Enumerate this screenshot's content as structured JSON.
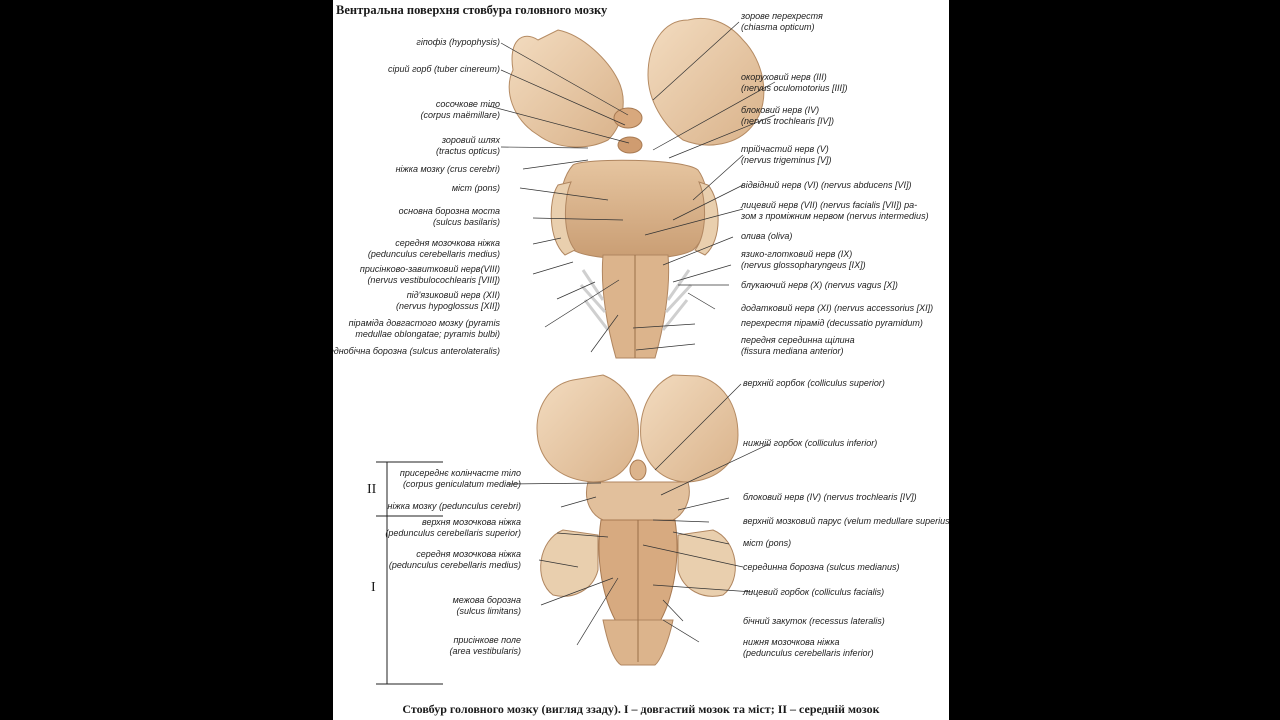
{
  "title": "Вентральна поверхня стовбура головного мозку",
  "caption": "Стовбур головного мозку (вигляд ззаду). I – довгастий мозок та міст; II – середній мозок",
  "section_marks": {
    "upper": "II",
    "lower": "I"
  },
  "top_left": [
    {
      "id": "hypophysis",
      "l1": "гіпофіз (hypophysis)",
      "l2": ""
    },
    {
      "id": "tuber",
      "l1": "сірий горб (tuber cinereum)",
      "l2": ""
    },
    {
      "id": "mamillare",
      "l1": "сосочкове тіло",
      "l2": "(corpus maёmillare)"
    },
    {
      "id": "tractus",
      "l1": "зоровий шлях",
      "l2": "(tractus opticus)"
    },
    {
      "id": "crus",
      "l1": "ніжка мозку (crus cerebri)",
      "l2": ""
    },
    {
      "id": "pons",
      "l1": "міст (pons)",
      "l2": ""
    },
    {
      "id": "sulcus_basilaris",
      "l1": "основна борозна моста",
      "l2": "(sulcus basilaris)"
    },
    {
      "id": "ped_medius",
      "l1": "середня мозочкова ніжка",
      "l2": "(pedunculus cerebellaris medius)"
    },
    {
      "id": "viii",
      "l1": "присінково-завитковий нерв(VIII)",
      "l2": "(nervus vestibulocochlearis [VIII])"
    },
    {
      "id": "xii",
      "l1": "під'язиковий нерв (XII)",
      "l2": "(nervus hypoglossus [XII])"
    },
    {
      "id": "pyramis",
      "l1": "піраміда довгастого мозку (pyramis",
      "l2": "medullae oblongatae; pyramis bulbi)"
    },
    {
      "id": "anterolat",
      "l1": "переднобічна борозна (sulcus anterolateralis)",
      "l2": ""
    }
  ],
  "top_right": [
    {
      "id": "chiasma",
      "l1": "зорове перехрестя",
      "l2": "(chiasma opticum)"
    },
    {
      "id": "iii",
      "l1": "окоруховий нерв (III)",
      "l2": "(nervus oculomotorius [III])"
    },
    {
      "id": "iv",
      "l1": "блоковий нерв (IV)",
      "l2": "(nervus trochlearis [IV])"
    },
    {
      "id": "v",
      "l1": "трійчастий нерв (V)",
      "l2": "(nervus trigeminus [V])"
    },
    {
      "id": "vi",
      "l1": "відвідний нерв (VI) (nervus abducens [VI])",
      "l2": ""
    },
    {
      "id": "vii",
      "l1": "лицевий нерв (VII) (nervus facialis [VII]) ра-",
      "l2": "зом з проміжним нервом (nervus intermedius)"
    },
    {
      "id": "oliva",
      "l1": "олива (oliva)",
      "l2": ""
    },
    {
      "id": "ix",
      "l1": "язико-глотковий нерв (IX)",
      "l2": "(nervus glossopharyngeus [IX])"
    },
    {
      "id": "x",
      "l1": "блукаючий нерв (X) (nervus vagus [X])",
      "l2": ""
    },
    {
      "id": "xi",
      "l1": "додатковий нерв (XI) (nervus accessorius [XI])",
      "l2": ""
    },
    {
      "id": "decussatio",
      "l1": "перехрестя пірамід (decussatio pyramidum)",
      "l2": ""
    },
    {
      "id": "fissura",
      "l1": "передня серединна щілина",
      "l2": "(fissura mediana anterior)"
    }
  ],
  "bottom_left": [
    {
      "id": "genic",
      "l1": "присереднє колінчасте тіло",
      "l2": "(corpus geniculatum mediale)"
    },
    {
      "id": "ped_cerebri",
      "l1": "ніжка мозку (pedunculus cerebri)",
      "l2": ""
    },
    {
      "id": "ped_sup",
      "l1": "верхня мозочкова ніжка",
      "l2": "(pedunculus cerebellaris superior)"
    },
    {
      "id": "ped_med2",
      "l1": "середня мозочкова ніжка",
      "l2": "(pedunculus cerebellaris medius)"
    },
    {
      "id": "limitans",
      "l1": "межова борозна",
      "l2": "(sulcus limitans)"
    },
    {
      "id": "vestib",
      "l1": "присінкове поле",
      "l2": "(area vestibularis)"
    }
  ],
  "bottom_right": [
    {
      "id": "coll_sup",
      "l1": "верхній горбок (colliculus superior)",
      "l2": ""
    },
    {
      "id": "coll_inf",
      "l1": "нижній горбок (colliculus inferior)",
      "l2": ""
    },
    {
      "id": "iv2",
      "l1": "блоковий нерв (IV) (nervus trochlearis [IV])",
      "l2": ""
    },
    {
      "id": "velum",
      "l1": "верхній мозковий парус (velum medullare superius)",
      "l2": ""
    },
    {
      "id": "pons2",
      "l1": "міст (pons)",
      "l2": ""
    },
    {
      "id": "medianus",
      "l1": "серединна борозна (sulcus medianus)",
      "l2": ""
    },
    {
      "id": "facialis",
      "l1": "лицевий горбок (colliculus facialis)",
      "l2": ""
    },
    {
      "id": "recessus",
      "l1": "бічний закуток (recessus lateralis)",
      "l2": ""
    },
    {
      "id": "ped_inf",
      "l1": "нижня мозочкова ніжка",
      "l2": "(pedunculus cerebellaris inferior)"
    }
  ]
}
